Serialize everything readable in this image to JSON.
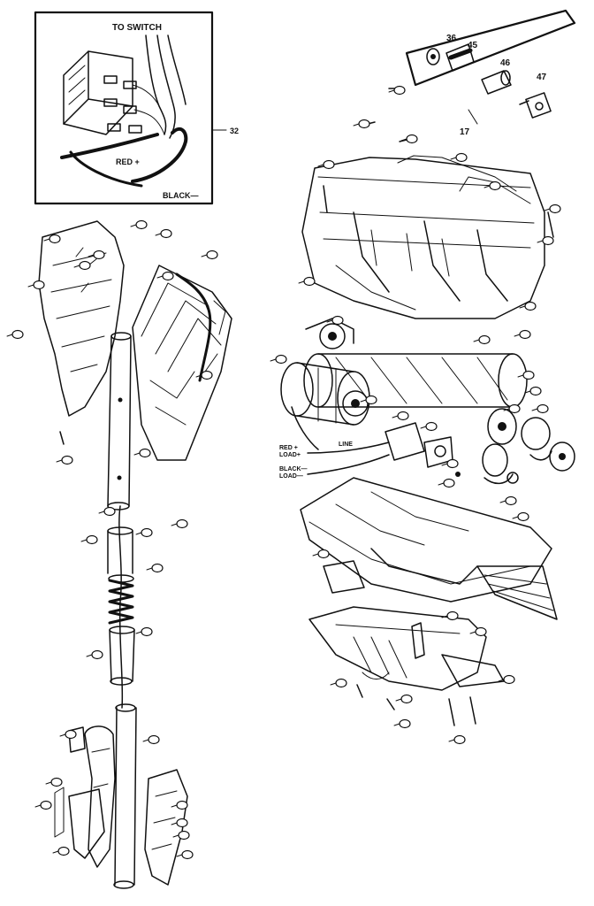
{
  "inset": {
    "to_switch": "TO SWITCH",
    "red": "RED +",
    "black": "BLACK—",
    "ref": "32"
  },
  "wires": {
    "red_load": "RED +",
    "red_load2": "LOAD+",
    "line": "LINE",
    "black_load": "BLACK—",
    "black_load2": "LOAD—"
  },
  "parts_top": [
    "36",
    "45",
    "46",
    "47"
  ],
  "parts_top_group": "17"
}
